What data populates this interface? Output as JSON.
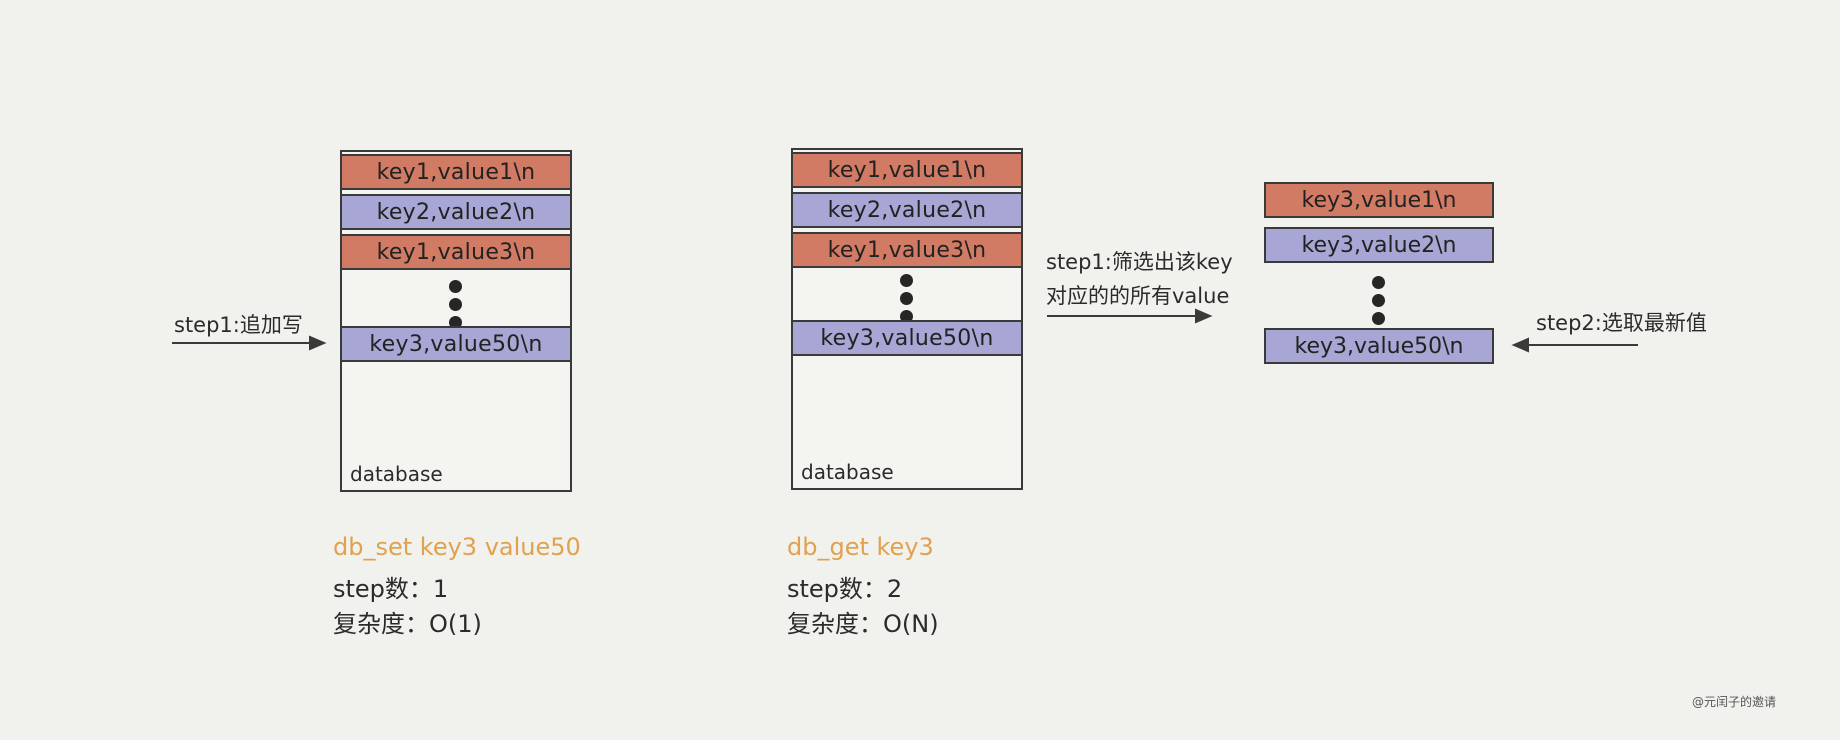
{
  "left": {
    "rows": [
      "key1,value1\\n",
      "key2,value2\\n",
      "key1,value3\\n",
      "key3,value50\\n"
    ],
    "db_label": "database",
    "arrow_label": "step1:追加写",
    "command": "db_set key3 value50",
    "steps": "step数：1",
    "complexity": "复杂度：O(1)"
  },
  "middle": {
    "rows": [
      "key1,value1\\n",
      "key2,value2\\n",
      "key1,value3\\n",
      "key3,value50\\n"
    ],
    "db_label": "database",
    "arrow_label_line1": "step1:筛选出该key",
    "arrow_label_line2": "对应的的所有value",
    "command": "db_get key3",
    "steps": "step数：2",
    "complexity": "复杂度：O(N)"
  },
  "right": {
    "rows": [
      "key3,value1\\n",
      "key3,value2\\n",
      "key3,value50\\n"
    ],
    "arrow_label": "step2:选取最新值"
  },
  "watermark": "@元闰子的邀请",
  "colors": {
    "red_row": "#d17a64",
    "blue_row": "#a7a6d4",
    "command": "#e0a24e",
    "background": "#f1f1ee"
  }
}
